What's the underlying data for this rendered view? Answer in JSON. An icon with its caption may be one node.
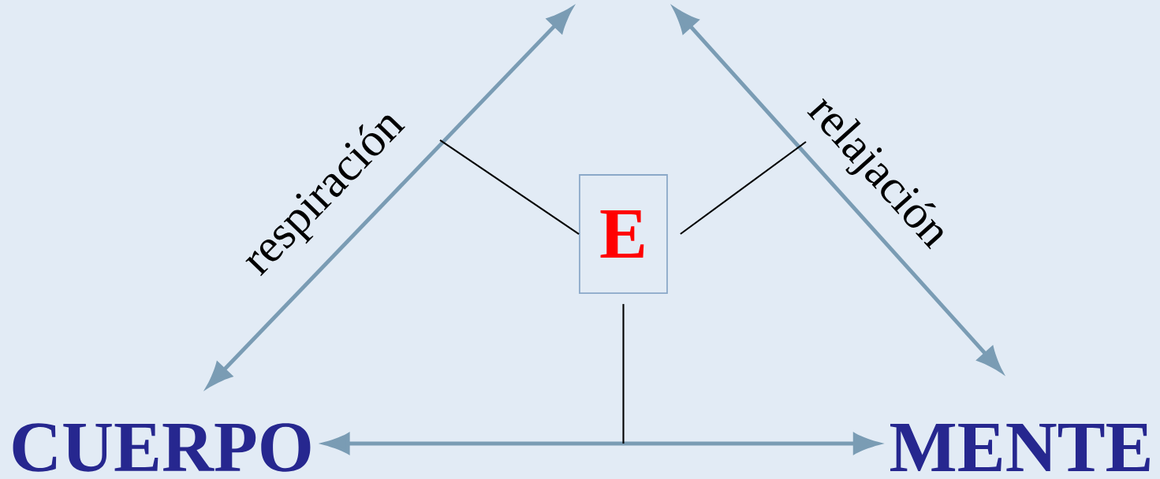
{
  "diagram": {
    "nodes": [
      {
        "text": [
          "CUERPO"
        ]
      },
      {
        "text": [
          "MENTE"
        ]
      },
      {
        "text": [
          "E"
        ]
      }
    ],
    "edges": [
      {
        "from": 0,
        "to": null,
        "arrow": "both",
        "label": "respiración",
        "style": "thick"
      },
      {
        "from": null,
        "to": 1,
        "arrow": "both",
        "label": "relajación",
        "style": "thick"
      },
      {
        "from": 0,
        "to": 1,
        "arrow": "both",
        "style": "thick"
      },
      {
        "from": 2,
        "to": null,
        "arrow": "none",
        "color": "#000000"
      },
      {
        "from": 2,
        "to": null,
        "arrow": "none",
        "color": "#000000"
      },
      {
        "from": 2,
        "to": null,
        "arrow": "none",
        "color": "#000000"
      }
    ]
  }
}
